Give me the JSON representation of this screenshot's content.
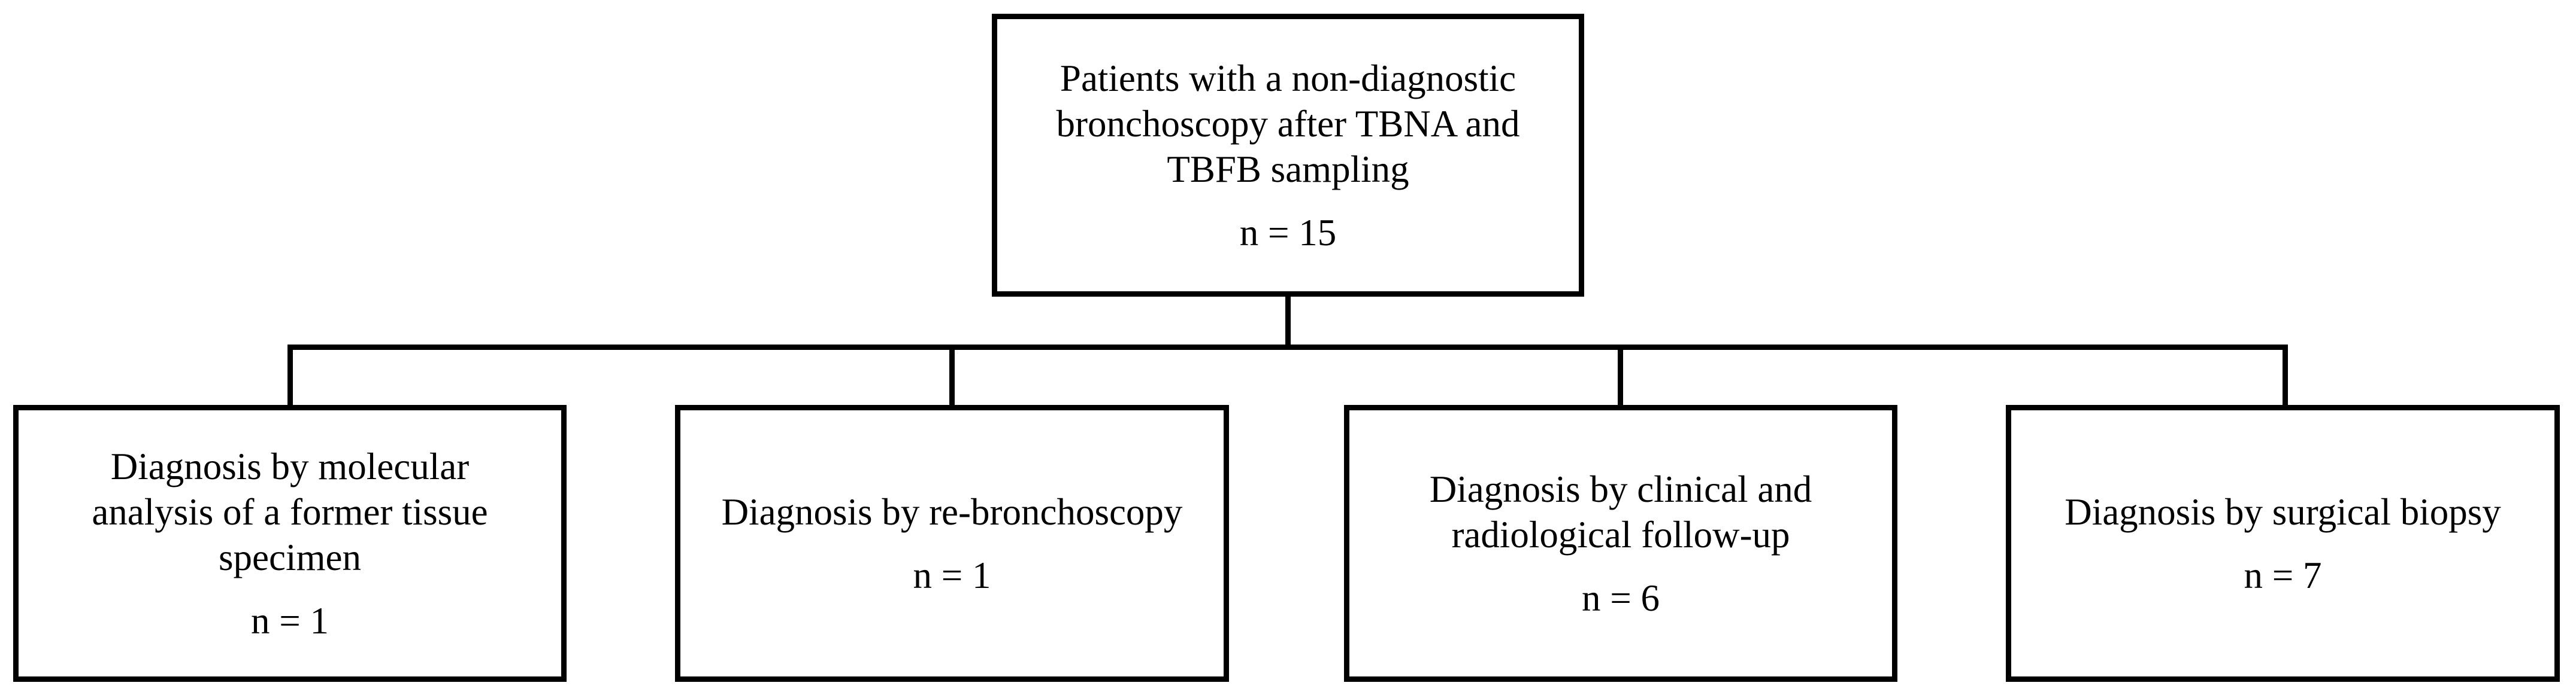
{
  "style": {
    "background_color": "#ffffff",
    "box_background_color": "#ffffff",
    "border_color": "#000000",
    "text_color": "#000000"
  },
  "flowchart": {
    "root": {
      "label": "Patients with a non-diagnostic bronchoscopy after TBNA and TBFB sampling",
      "count": "n = 15"
    },
    "children": [
      {
        "label": "Diagnosis by molecular analysis of a former tissue specimen",
        "count": "n = 1"
      },
      {
        "label": "Diagnosis by re-bronchoscopy",
        "count": "n = 1"
      },
      {
        "label": "Diagnosis by clinical and radiological follow-up",
        "count": "n = 6"
      },
      {
        "label": "Diagnosis by surgical biopsy",
        "count": "n = 7"
      }
    ]
  }
}
